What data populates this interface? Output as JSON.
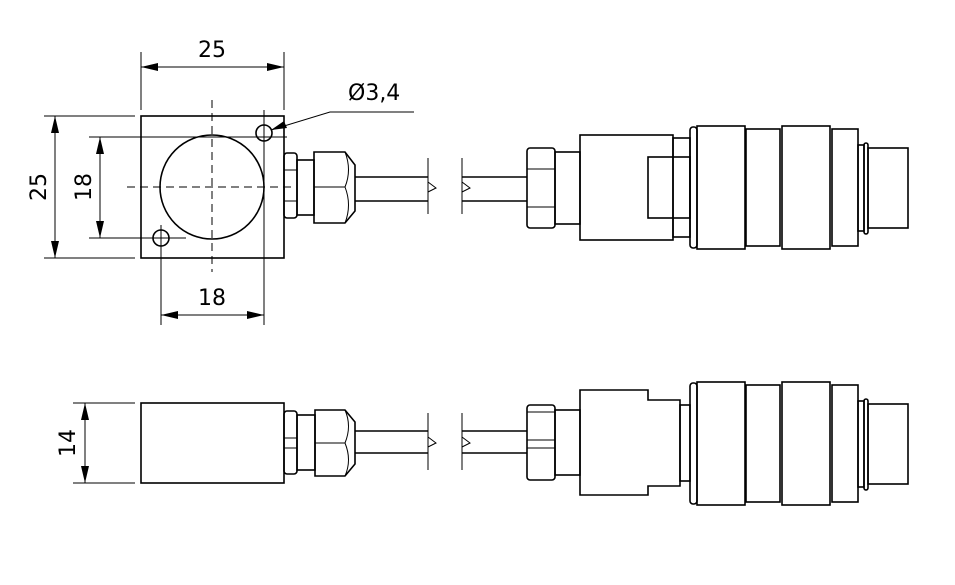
{
  "drawing": {
    "top_view": {
      "width_dim": "25",
      "height_dim": "25",
      "hole_spacing_vertical": "18",
      "hole_spacing_horizontal": "18",
      "hole_diameter": "Ø3,4"
    },
    "side_view": {
      "height_dim": "14"
    },
    "colors": {
      "line": "#000000",
      "background": "#ffffff"
    }
  }
}
